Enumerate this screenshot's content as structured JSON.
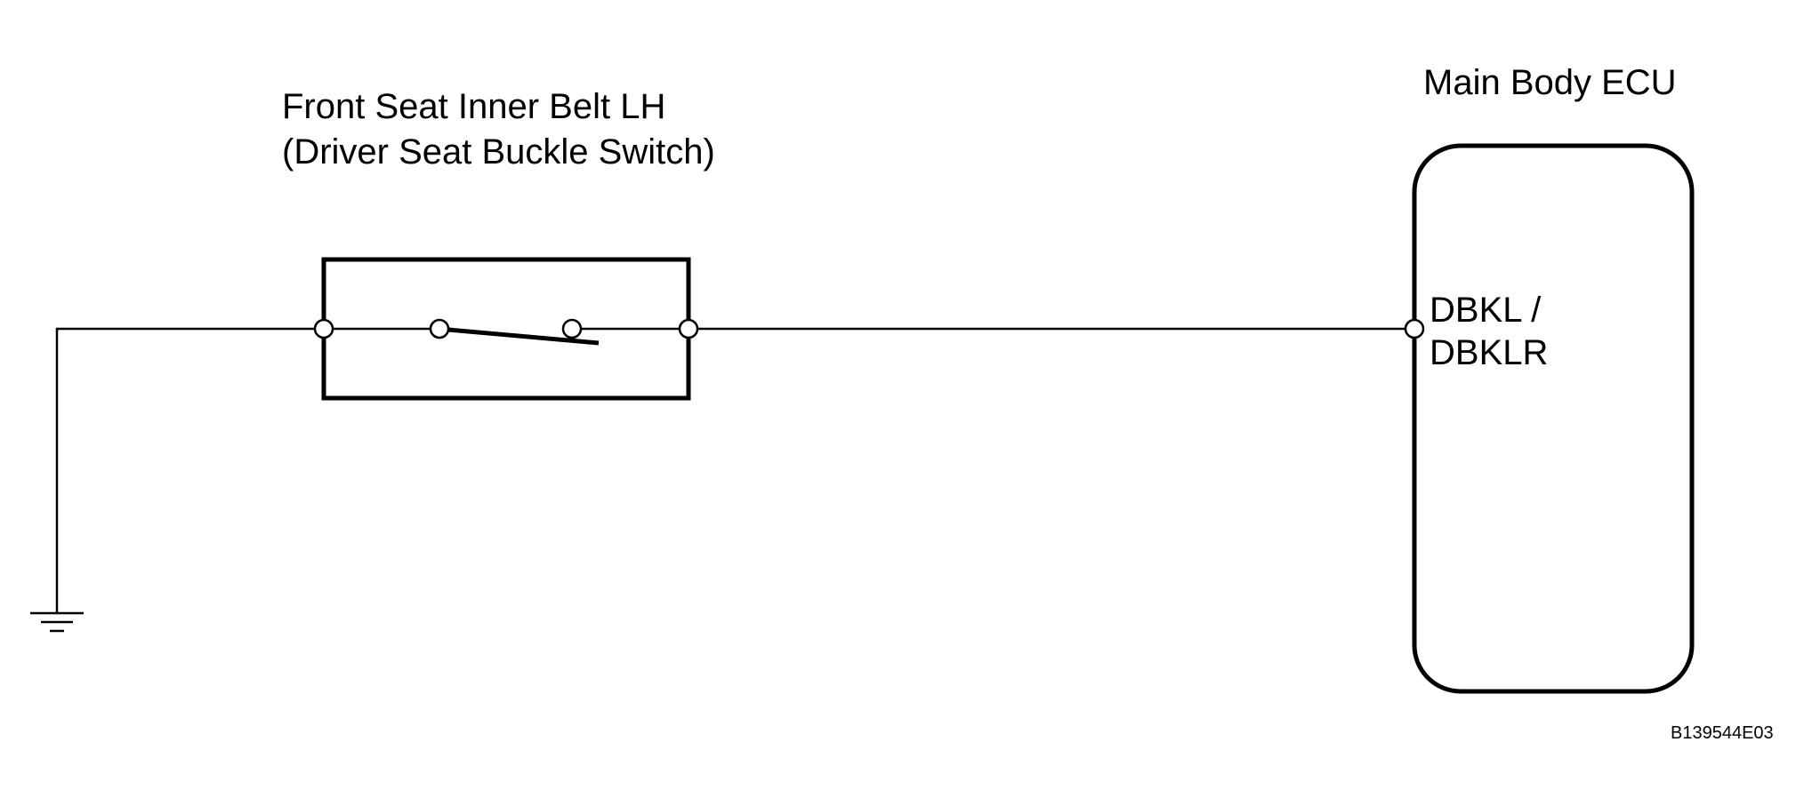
{
  "switch_component": {
    "name_line1": "Front Seat Inner Belt LH",
    "name_line2": "(Driver Seat Buckle Switch)"
  },
  "ecu_component": {
    "name": "Main Body ECU",
    "terminal_line1": "DBKL /",
    "terminal_line2": "DBKLR"
  },
  "figure_code": "B139544E03",
  "colors": {
    "line": "#000000",
    "background": "#ffffff"
  }
}
